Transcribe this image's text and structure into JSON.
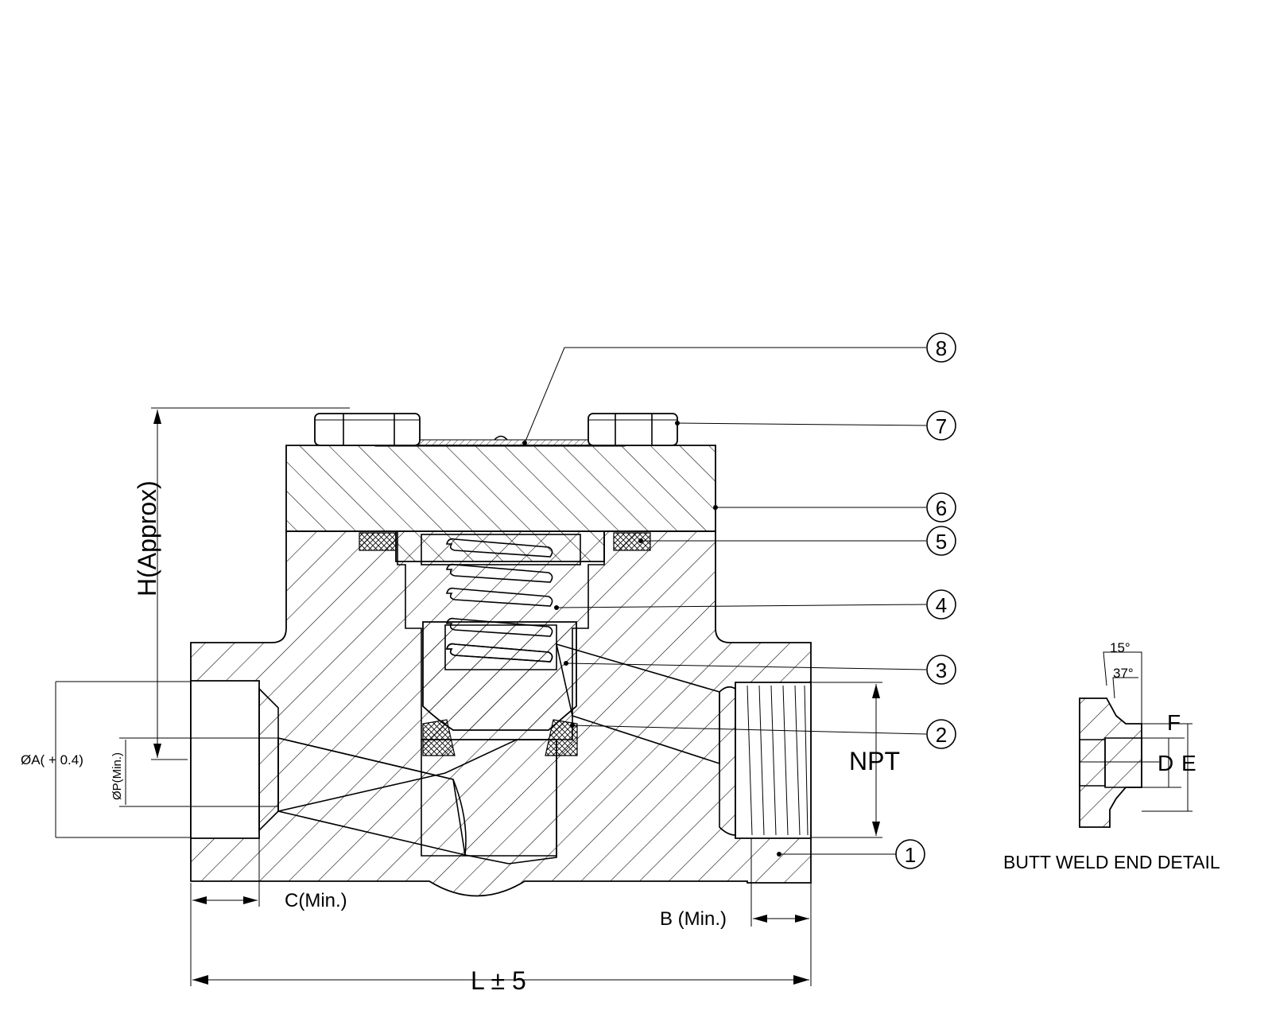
{
  "callouts": [
    "8",
    "7",
    "6",
    "5",
    "4",
    "3",
    "2",
    "1"
  ],
  "dimensions": {
    "height": "H(Approx)",
    "bore_a": "ØA( + 0.4)",
    "bore_p": "ØP(Min.)",
    "npt": "NPT",
    "c_min": "C(Min.)",
    "b_min": "B (Min.)",
    "length": "L ± 5"
  },
  "butt_weld": {
    "title": "BUTT WELD END DETAIL",
    "angle_outer": "15°",
    "angle_inner": "37°",
    "label_f": "F",
    "label_d": "D",
    "label_e": "E"
  }
}
